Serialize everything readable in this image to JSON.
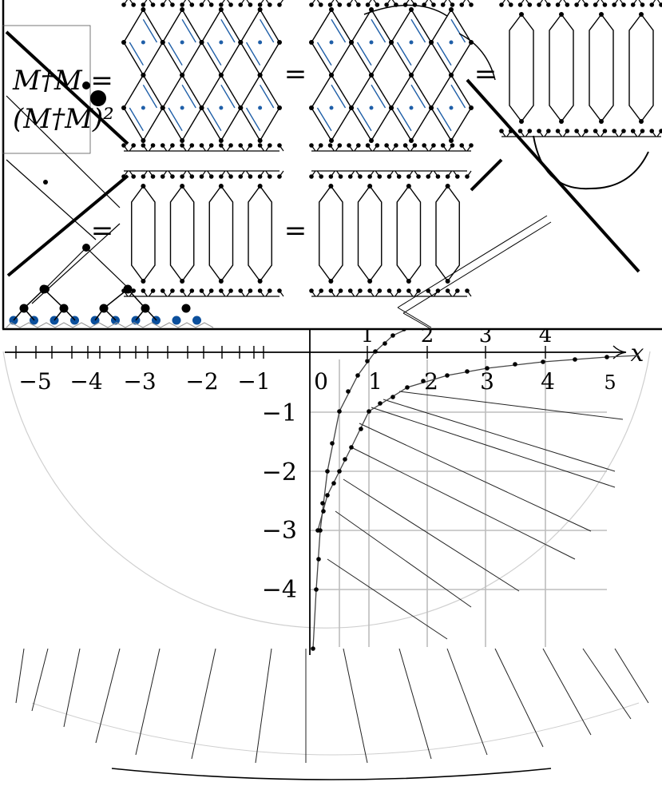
{
  "panel": {
    "formula_line1": "M†M =",
    "formula_line2": "(M†M)²",
    "equals": "=",
    "node_color": "#0b4f9c",
    "edge_color": "#1f5fa8"
  },
  "axes": {
    "x_name": "x",
    "x_neg_ticks": [
      "−5",
      "−4",
      "−3",
      "−2",
      "−1"
    ],
    "x_pos_ticks": [
      "0",
      "1",
      "2",
      "3",
      "4",
      "5"
    ],
    "x_top_ticks": [
      "1",
      "2",
      "3",
      "4"
    ],
    "y_ticks": [
      "−1",
      "−2",
      "−3",
      "−4"
    ],
    "grid_color": "#bdbdbd"
  }
}
